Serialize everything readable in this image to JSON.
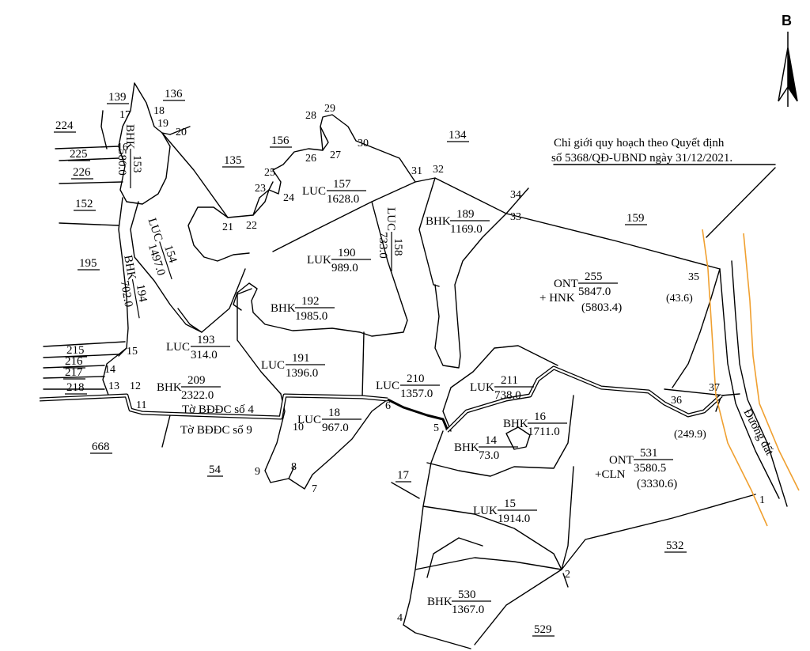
{
  "north_label": "B",
  "planning_note": {
    "line1": "Chỉ giới quy hoạch theo Quyết định",
    "line2": "số 5368/QĐ-UBND ngày 31/12/2021."
  },
  "road_label": "Đường đất",
  "sheet_labels": {
    "sheet4": "Tờ BĐĐC số 4",
    "sheet9": "Tờ BĐĐC số 9"
  },
  "parcels": [
    {
      "id": "p153",
      "type": "BHK",
      "number": "153",
      "area": "580.0"
    },
    {
      "id": "p154",
      "type": "LUC",
      "number": "154",
      "area": "1497.0"
    },
    {
      "id": "p194",
      "type": "BHK",
      "number": "194",
      "area": "702.0"
    },
    {
      "id": "p157",
      "type": "LUC",
      "number": "157",
      "area": "1628.0"
    },
    {
      "id": "p190",
      "type": "LUK",
      "number": "190",
      "area": "989.0"
    },
    {
      "id": "p158",
      "type": "LUC",
      "number": "158",
      "area": "733.0"
    },
    {
      "id": "p189",
      "type": "BHK",
      "number": "189",
      "area": "1169.0"
    },
    {
      "id": "p192",
      "type": "BHK",
      "number": "192",
      "area": "1985.0"
    },
    {
      "id": "p193",
      "type": "LUC",
      "number": "193",
      "area": "314.0"
    },
    {
      "id": "p191",
      "type": "LUC",
      "number": "191",
      "area": "1396.0"
    },
    {
      "id": "p209",
      "type": "BHK",
      "number": "209",
      "area": "2322.0"
    },
    {
      "id": "p18",
      "type": "LUC",
      "number": "18",
      "area": "967.0"
    },
    {
      "id": "p210",
      "type": "LUC",
      "number": "210",
      "area": "1357.0"
    },
    {
      "id": "p211",
      "type": "LUK",
      "number": "211",
      "area": "738.0"
    },
    {
      "id": "p16",
      "type": "BHK",
      "number": "16",
      "area": "1711.0"
    },
    {
      "id": "p14",
      "type": "BHK",
      "number": "14",
      "area": "73.0"
    },
    {
      "id": "p15",
      "type": "LUK",
      "number": "15",
      "area": "1914.0"
    },
    {
      "id": "p530",
      "type": "BHK",
      "number": "530",
      "area": "1367.0"
    },
    {
      "id": "p255",
      "type": "ONT",
      "type2": "+ HNK",
      "number": "255",
      "area": "5847.0",
      "sub_area": "(5803.4)"
    },
    {
      "id": "p531",
      "type": "ONT",
      "type2": "+CLN",
      "number": "531",
      "area": "3580.5",
      "sub_area": "(3330.6)"
    }
  ],
  "neighbor_parcels": [
    "139",
    "136",
    "224",
    "225",
    "226",
    "152",
    "195",
    "135",
    "156",
    "134",
    "159",
    "215",
    "216",
    "217",
    "218",
    "668",
    "54",
    "17",
    "532",
    "529"
  ],
  "vertices": [
    "1",
    "2",
    "4",
    "5",
    "6",
    "7",
    "8",
    "9",
    "10",
    "11",
    "12",
    "13",
    "14",
    "15",
    "16",
    "17",
    "18",
    "19",
    "20",
    "21",
    "22",
    "23",
    "24",
    "25",
    "26",
    "27",
    "28",
    "29",
    "30",
    "31",
    "32",
    "33",
    "34",
    "35",
    "36",
    "37"
  ],
  "annotations": {
    "a35": "(43.6)",
    "a36": "(249.9)"
  }
}
